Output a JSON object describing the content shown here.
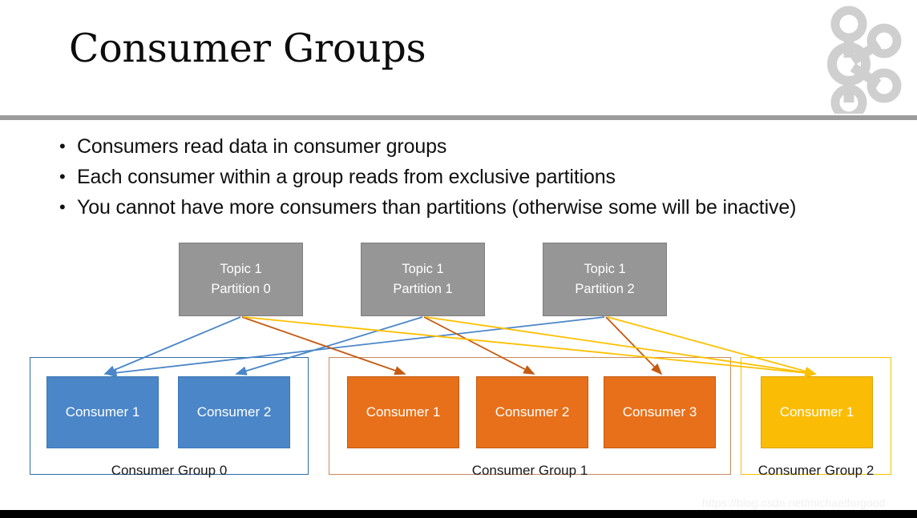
{
  "slide": {
    "title": "Consumer Groups",
    "logo_icon": "kafka-logo-icon",
    "divider_color": "#9c9c9c",
    "watermark": "https://blog.csdn.net/michaelforgood"
  },
  "bullets": [
    {
      "marker": "•",
      "text": "Consumers read data in consumer groups"
    },
    {
      "marker": "•",
      "text": "Each consumer within a group reads from exclusive partitions"
    },
    {
      "marker": "•",
      "text": "You cannot have more consumers than partitions (otherwise some will be inactive)"
    }
  ],
  "diagram": {
    "partitions": [
      {
        "topic": "Topic 1",
        "partition": "Partition 0"
      },
      {
        "topic": "Topic 1",
        "partition": "Partition 1"
      },
      {
        "topic": "Topic 1",
        "partition": "Partition 2"
      }
    ],
    "groups": [
      {
        "label": "Consumer Group 0",
        "color": "#4A86C8",
        "border_color": "#2E6DA8",
        "consumers": [
          "Consumer 1",
          "Consumer 2"
        ]
      },
      {
        "label": "Consumer Group 1",
        "color": "#E8701A",
        "border_color": "#C25A12",
        "consumers": [
          "Consumer 1",
          "Consumer 2",
          "Consumer 3"
        ]
      },
      {
        "label": "Consumer Group 2",
        "color": "#FBBC05",
        "border_color": "#D9A400",
        "consumers": [
          "Consumer 1"
        ]
      }
    ],
    "partition_color": "#969696",
    "arrow_colors": {
      "group0": "#4A86C8",
      "group1": "#C55A11",
      "group2": "#FFC000"
    }
  }
}
